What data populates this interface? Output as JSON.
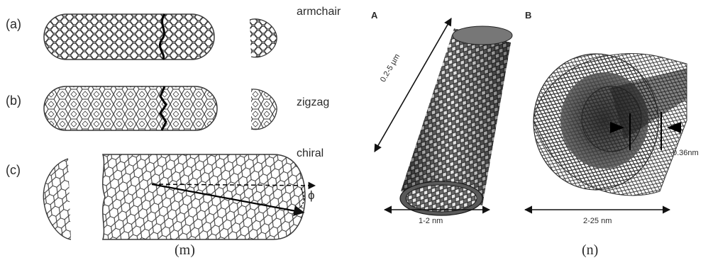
{
  "panel_m": {
    "label_a": "(a)",
    "label_b": "(b)",
    "label_c": "(c)",
    "type_armchair": "armchair",
    "type_zigzag": "zigzag",
    "type_chiral": "chiral",
    "angle_symbol": "ϕ",
    "caption": "(m)"
  },
  "panel_n": {
    "label_A": "A",
    "label_B": "B",
    "length_label": "0.2-5 µm",
    "diameter_A": "1-2 nm",
    "diameter_B": "2-25 nm",
    "spacing": "0.36nm",
    "caption": "(n)"
  },
  "colors": {
    "lattice": "#3a3a3a",
    "background": "#ffffff"
  }
}
